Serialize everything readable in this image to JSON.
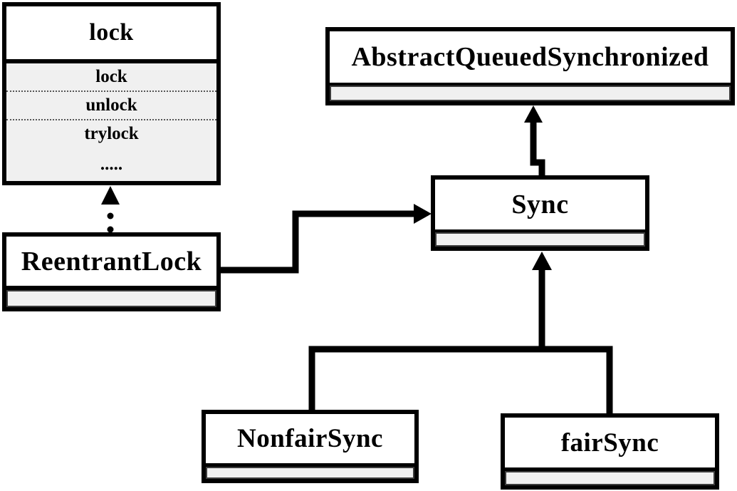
{
  "diagram": {
    "classes": {
      "lock": {
        "title": "lock",
        "methods": [
          "lock",
          "unlock",
          "trylock",
          "....."
        ]
      },
      "aqs": {
        "title": "AbstractQueuedSynchronized"
      },
      "sync": {
        "title": "Sync"
      },
      "reentrantlock": {
        "title": "ReentrantLock"
      },
      "nonfairsync": {
        "title": "NonfairSync"
      },
      "fairsync": {
        "title": "fairSync"
      }
    },
    "relations": [
      {
        "from": "ReentrantLock",
        "to": "lock",
        "type": "dotted-realization-arrow"
      },
      {
        "from": "ReentrantLock",
        "to": "Sync",
        "type": "solid-arrow"
      },
      {
        "from": "Sync",
        "to": "AbstractQueuedSynchronized",
        "type": "solid-inheritance-arrow"
      },
      {
        "from": "NonfairSync",
        "to": "Sync",
        "type": "solid-inheritance-arrow"
      },
      {
        "from": "fairSync",
        "to": "Sync",
        "type": "solid-inheritance-arrow"
      }
    ],
    "colors": {
      "line": "#000000",
      "border": "#000000",
      "title_bg": "#ffffff",
      "compartment_bg": "#f0f0f0",
      "canvas_bg": "#ffffff"
    }
  }
}
